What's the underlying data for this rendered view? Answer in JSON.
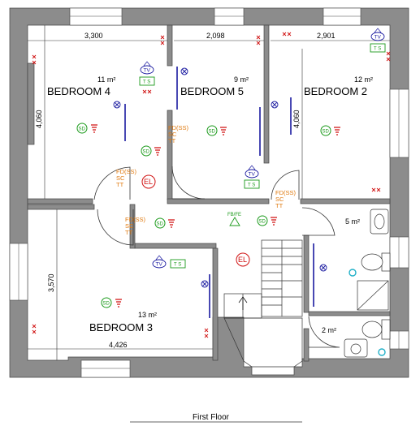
{
  "plan": {
    "floor_label": "First Floor",
    "rooms": {
      "bedroom4": {
        "name": "BEDROOM 4",
        "area": "11 m²",
        "width_dim": "3,300",
        "height_dim": "4,060"
      },
      "bedroom5": {
        "name": "BEDROOM 5",
        "area": "9 m²",
        "width_dim": "2,098"
      },
      "bedroom2": {
        "name": "BEDROOM 2",
        "area": "12 m²",
        "width_dim": "2,901",
        "height_dim": "4,060"
      },
      "bedroom3": {
        "name": "BEDROOM 3",
        "area": "13 m²",
        "width_dim": "4,426",
        "height_dim": "3,570"
      },
      "bathroom": {
        "area": "5 m²"
      },
      "ensuite": {
        "area": "2 m²"
      }
    },
    "symbols": {
      "smoke_detector": "SD",
      "tv": "TV",
      "telephone_socket": "T S",
      "emergency_light": "EL",
      "fire_door_line1": "FD(SS)",
      "fire_door_line2": "SC",
      "fire_door_line3": "TT",
      "fire_blanket": "FB/FE"
    },
    "colors": {
      "wall": "#8c8c8c",
      "green": "#1a9a1a",
      "orange": "#e07a10",
      "red": "#d01010",
      "blue": "#1a1aa0",
      "cyan": "#20b0c8"
    }
  }
}
